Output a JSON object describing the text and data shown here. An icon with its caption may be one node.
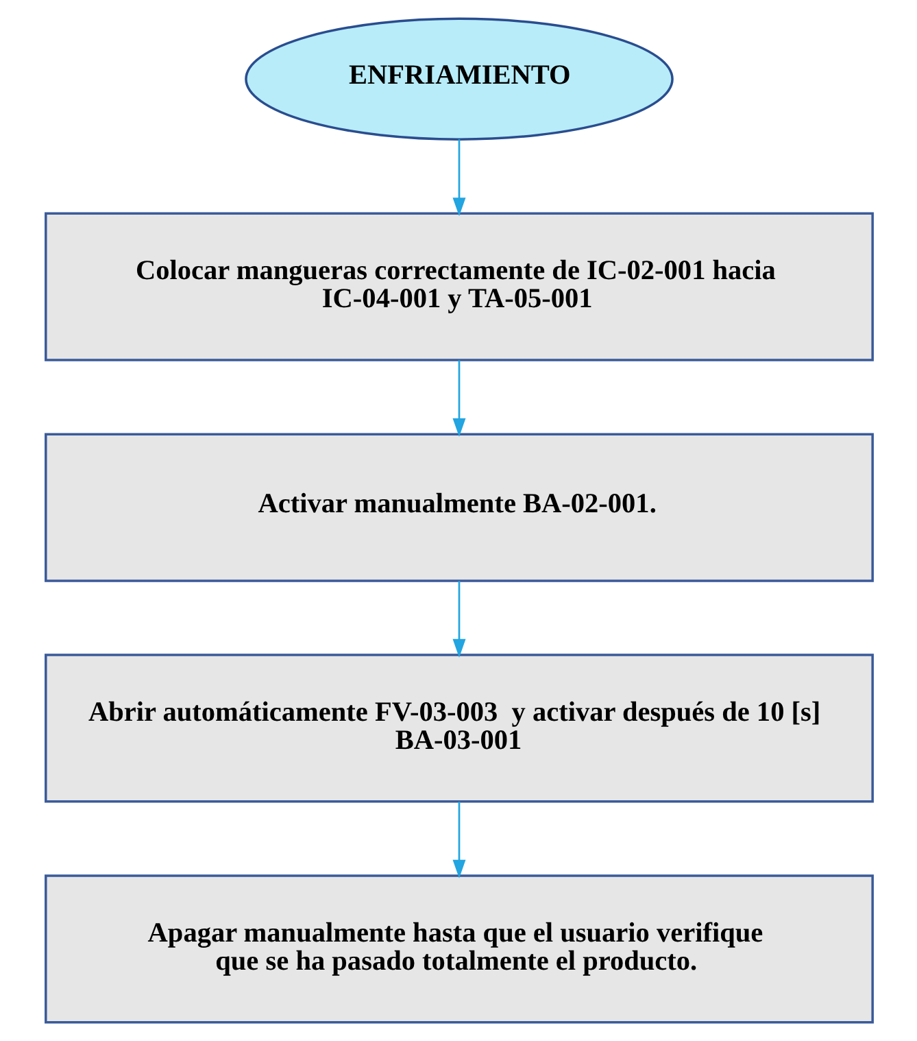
{
  "diagram": {
    "nodes": [
      {
        "text": [
          "ENFRIAMIENTO"
        ]
      },
      {
        "text": [
          "Colocar mangueras correctamente de IC-02-001 hacia IC-04-001 y TA-05-001"
        ]
      },
      {
        "text": [
          "Activar manualmente BA-02-001."
        ]
      },
      {
        "text": [
          "Abrir automáticamente FV-03-003  y activar después de 10 [s] BA-03-001"
        ]
      },
      {
        "text": [
          "Apagar manualmente hasta que el usuario verifique que se ha pasado totalmente el producto."
        ]
      }
    ],
    "edges": [
      {
        "from": 0,
        "to": 1,
        "arrow": "to"
      },
      {
        "from": 1,
        "to": 2,
        "arrow": "to"
      },
      {
        "from": 2,
        "to": 3,
        "arrow": "to"
      },
      {
        "from": 3,
        "to": 4,
        "arrow": "to"
      }
    ]
  }
}
